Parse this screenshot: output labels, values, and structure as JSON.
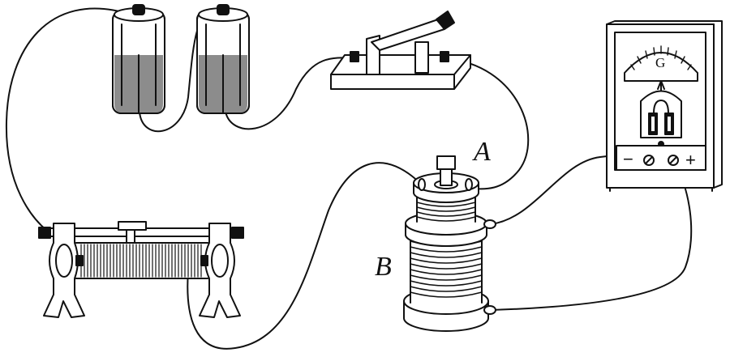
{
  "labels": {
    "coil_a": "A",
    "coil_b": "B",
    "galvanometer": "G",
    "minus": "−",
    "plus": "+"
  },
  "components": [
    "battery-left",
    "battery-right",
    "knife-switch",
    "sliding-rheostat",
    "primary-coil-a",
    "secondary-coil-b",
    "galvanometer"
  ],
  "colors": {
    "stroke": "#111111",
    "battery_fill": "#8c8c8c",
    "background": "#ffffff"
  }
}
